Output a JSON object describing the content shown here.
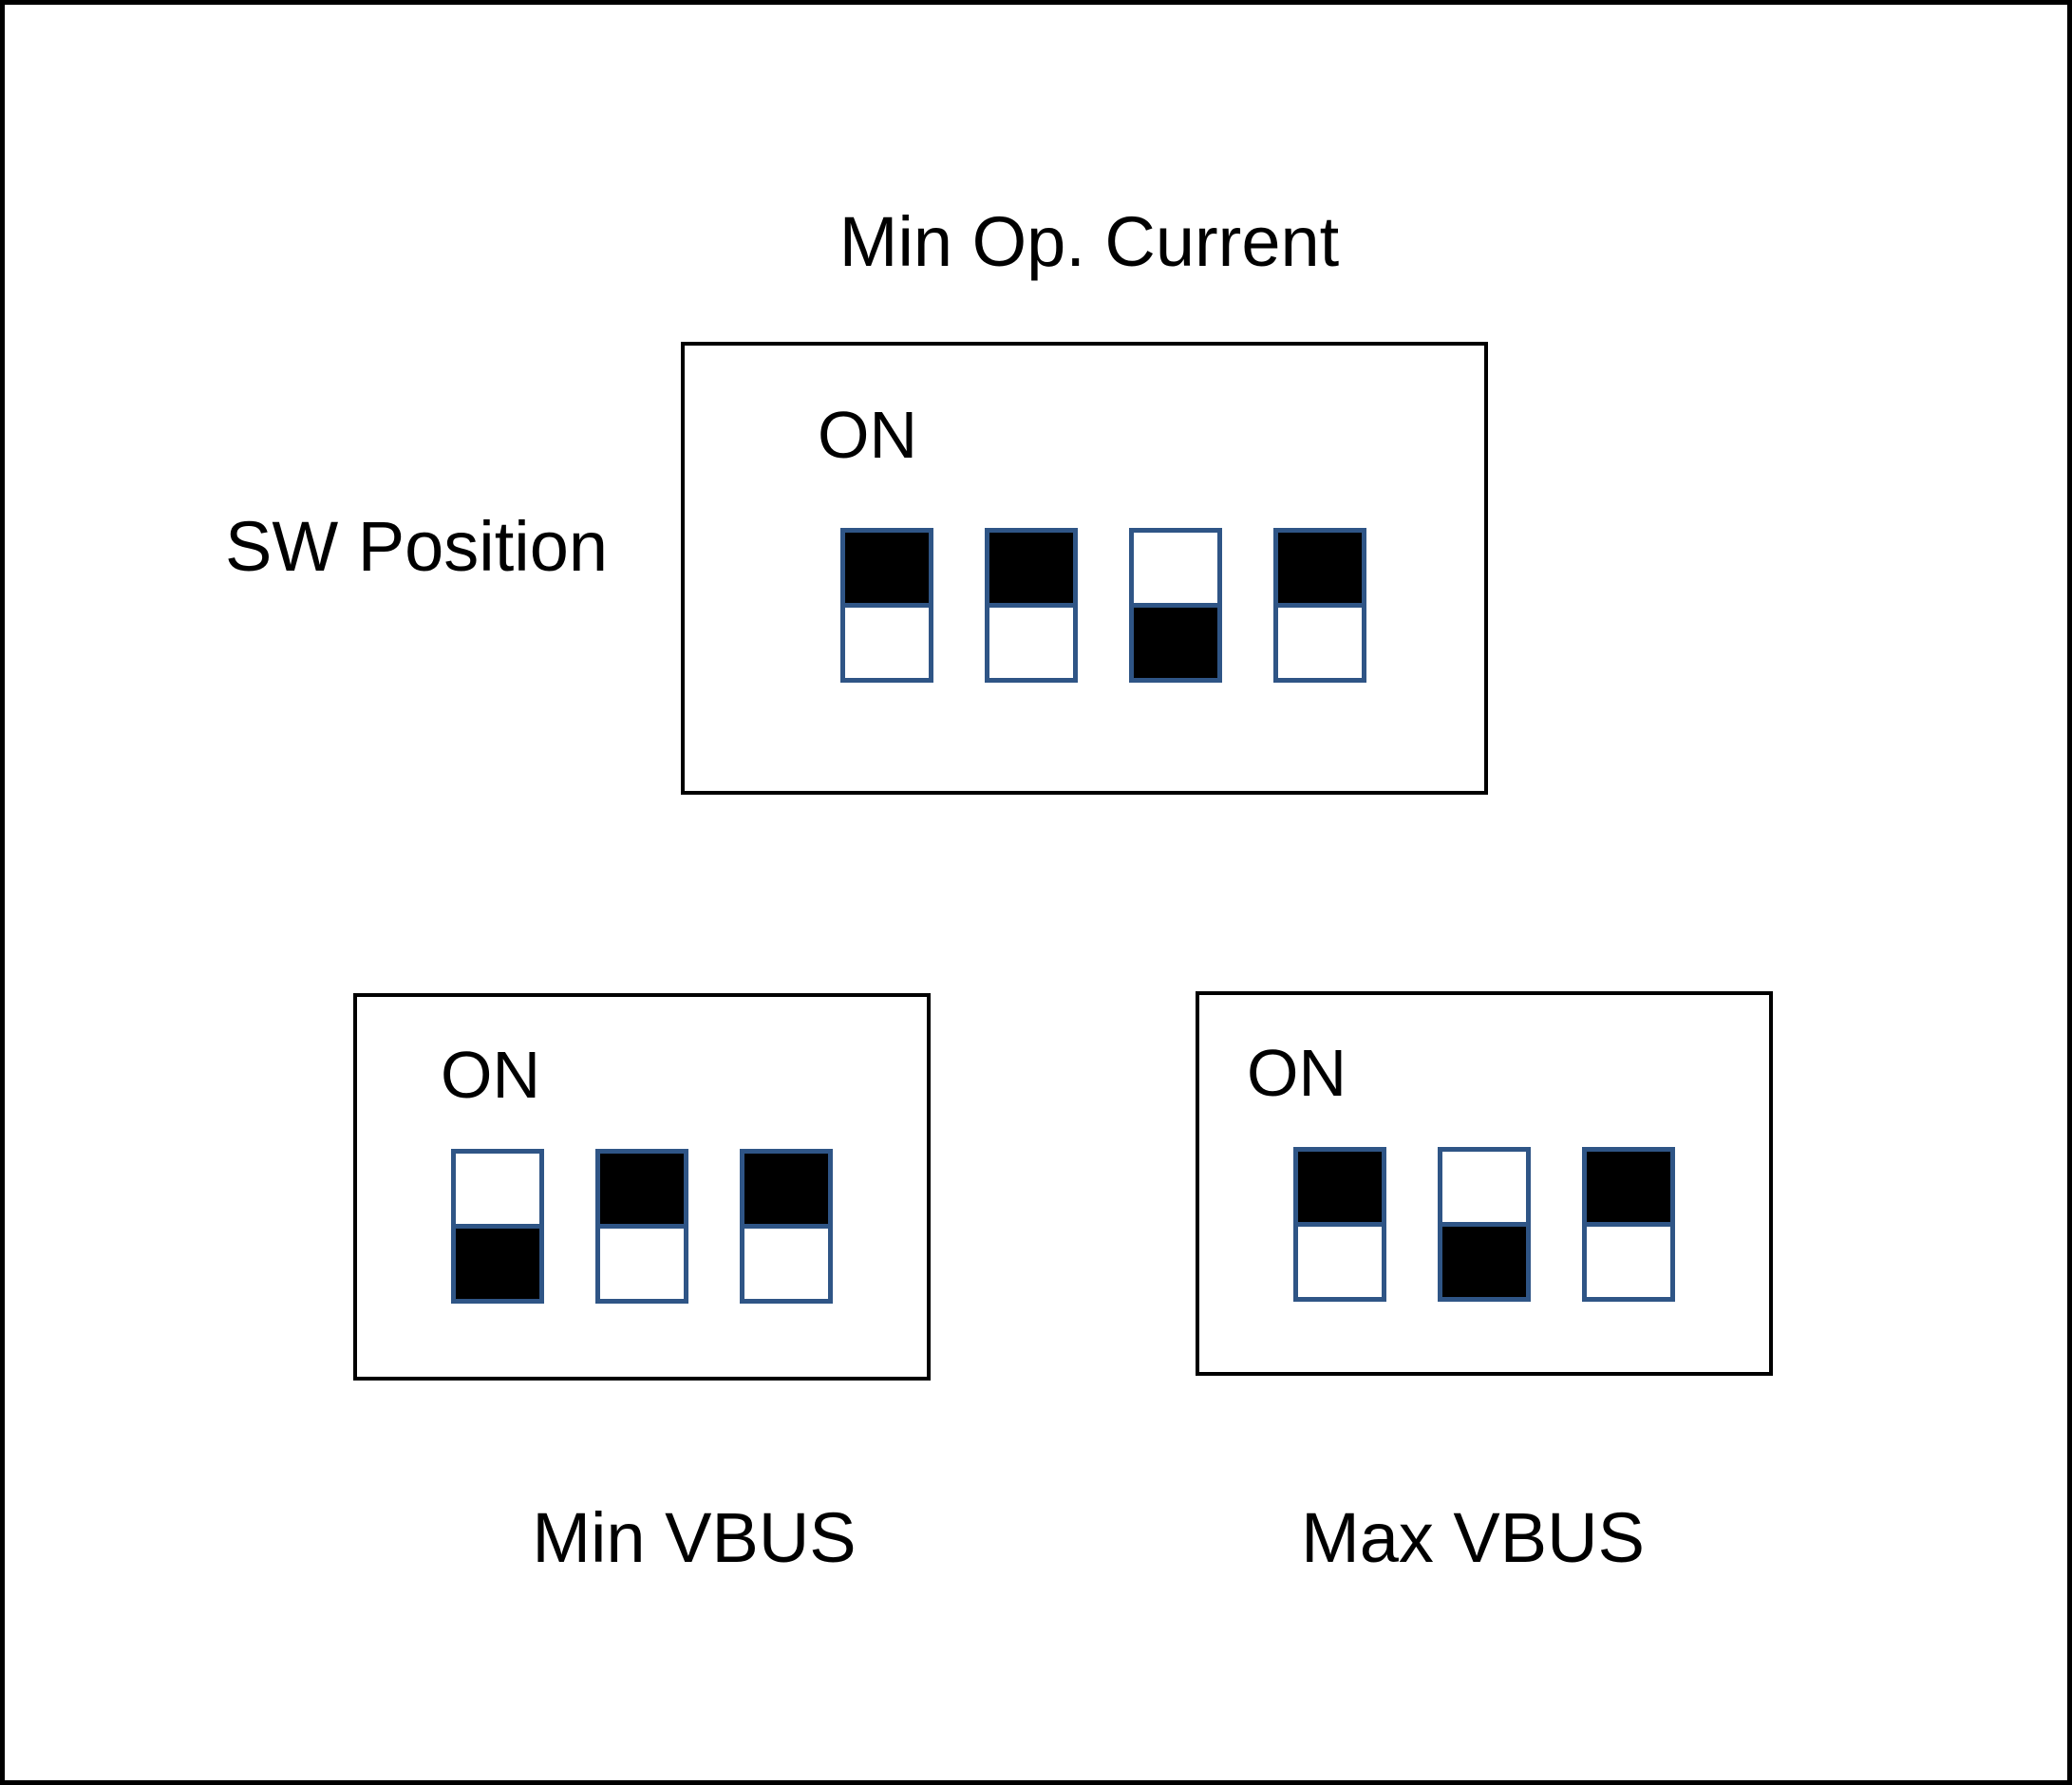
{
  "diagram": {
    "side_label": "SW Position"
  },
  "colors": {
    "background": "#FFFFFF",
    "outer_border": "#000000",
    "box_border": "#000000",
    "switch_border": "#2F5586",
    "switch_fill": "#000000",
    "text": "#000000"
  },
  "panels": [
    {
      "id": "min-op-current",
      "title": "Min Op. Current",
      "title_position": "above",
      "on_label": "ON",
      "switches": [
        "on",
        "on",
        "off",
        "on"
      ]
    },
    {
      "id": "min-vbus",
      "title": "Min VBUS",
      "title_position": "below",
      "on_label": "ON",
      "switches": [
        "off",
        "on",
        "on"
      ]
    },
    {
      "id": "max-vbus",
      "title": "Max VBUS",
      "title_position": "below",
      "on_label": "ON",
      "switches": [
        "on",
        "off",
        "on"
      ]
    }
  ]
}
